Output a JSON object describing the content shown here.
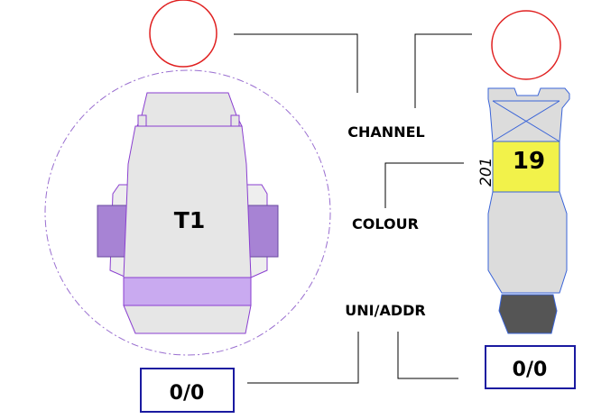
{
  "fixture": {
    "label": "T1",
    "uni_addr_value": "0/0"
  },
  "symbol": {
    "channel_number": "19",
    "dimmer_number": "201",
    "uni_addr_value": "0/0"
  },
  "labels": {
    "channel": "CHANNEL",
    "colour": "COLOUR",
    "uni_addr": "UNI/ADDR"
  },
  "colors": {
    "focus_circle": "#e02020",
    "fixture_outline": "#8a3fd0",
    "fixture_fill": "#e6e6e6",
    "fixture_accent": "#a783d4",
    "symbol_outline": "#3a64d8",
    "symbol_channel_fill": "#f2f24a",
    "symbol_lens": "#555555",
    "box_border": "#1a1aa0"
  }
}
